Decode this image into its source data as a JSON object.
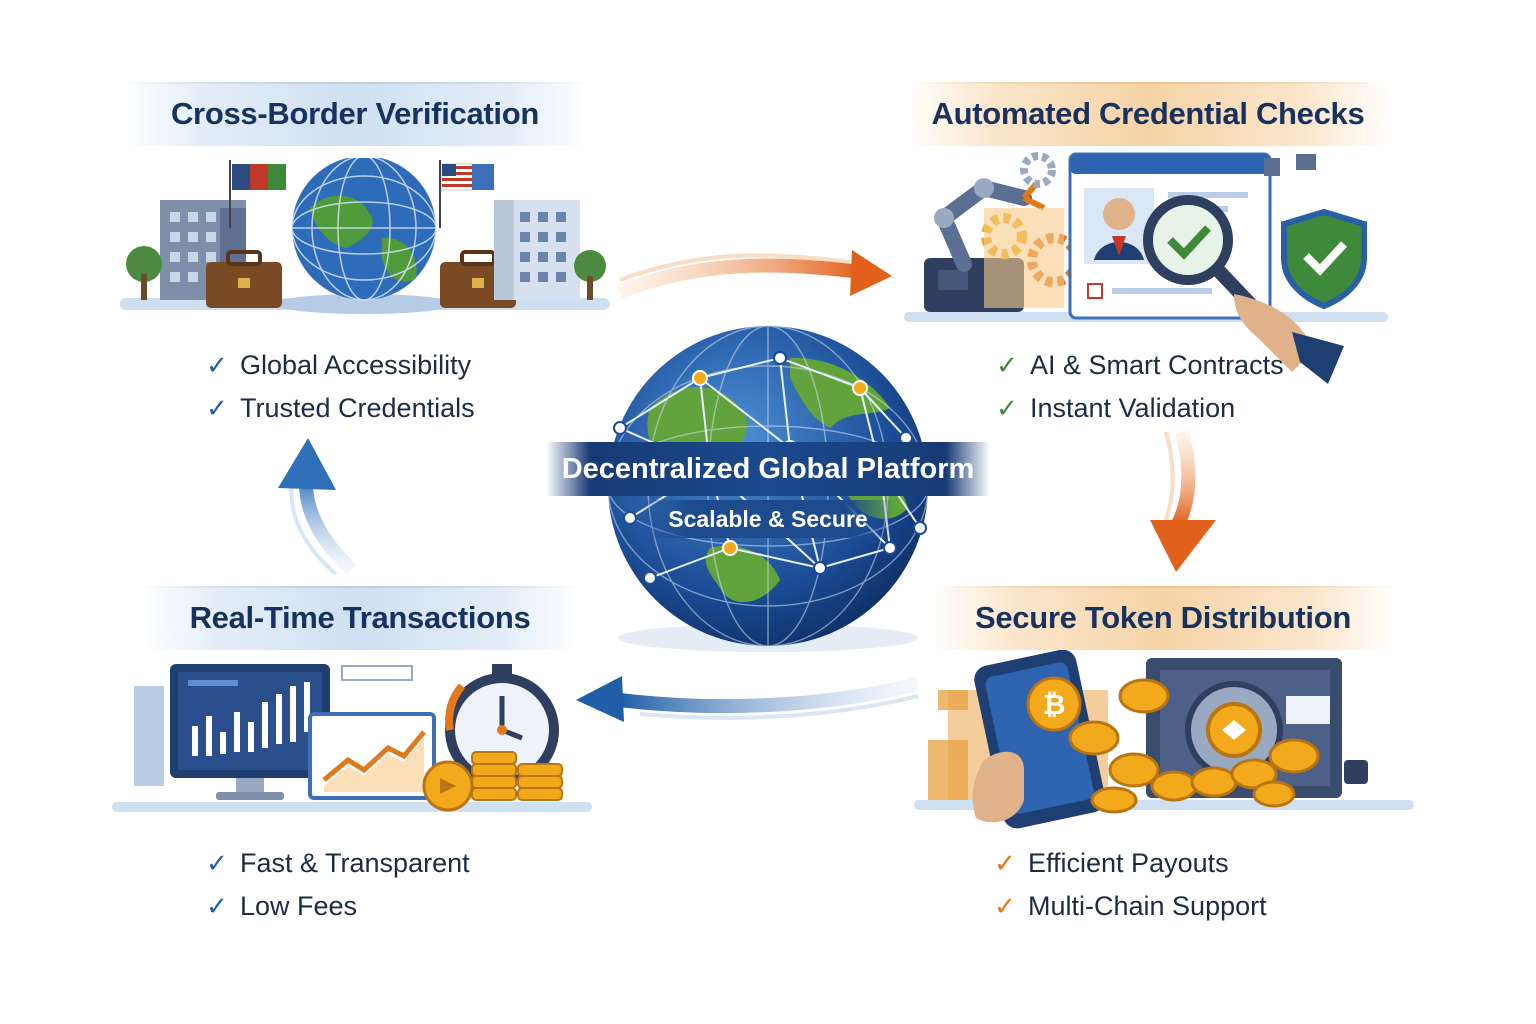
{
  "center": {
    "title": "Decentralized Global Platform",
    "subtitle": "Scalable & Secure"
  },
  "panels": {
    "top_left": {
      "title": "Cross-Border Verification",
      "bullets": [
        "Global Accessibility",
        "Trusted Credentials"
      ]
    },
    "top_right": {
      "title": "Automated Credential Checks",
      "bullets": [
        "AI & Smart Contracts",
        "Instant Validation"
      ]
    },
    "bottom_left": {
      "title": "Real-Time Transactions",
      "bullets": [
        "Fast & Transparent",
        "Low Fees"
      ]
    },
    "bottom_right": {
      "title": "Secure Token Distribution",
      "bullets": [
        "Efficient Payouts",
        "Multi-Chain Support"
      ]
    }
  },
  "colors": {
    "navy": "#17325e",
    "blue_accent": "#1f5fa8",
    "orange_accent": "#e0781c",
    "green_check": "#3f8a3a",
    "gold": "#f2a91c"
  },
  "icons": {
    "top_left": [
      "building-icon",
      "globe-icon",
      "briefcase-icon",
      "flag-icon"
    ],
    "top_right": [
      "robot-arm-icon",
      "gear-icon",
      "id-card-icon",
      "magnifier-icon",
      "shield-check-icon"
    ],
    "bottom_left": [
      "monitor-chart-icon",
      "stopwatch-icon",
      "coin-stack-icon"
    ],
    "bottom_right": [
      "smartphone-icon",
      "bitcoin-coin-icon",
      "vault-icon"
    ]
  }
}
